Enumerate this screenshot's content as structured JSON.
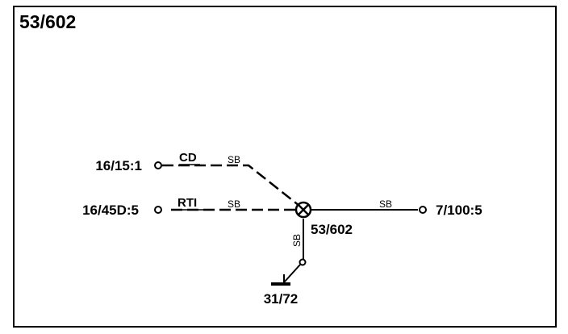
{
  "diagram": {
    "title": "53/602",
    "splice": {
      "label": "53/602",
      "icon": "splice-junction-icon"
    },
    "connectors": {
      "left_top": "16/15:1",
      "left_bottom": "16/45D:5",
      "right": "7/100:5",
      "ground": "31/72"
    },
    "wires": {
      "top": {
        "code": "CD",
        "color": "SB"
      },
      "middle": {
        "code": "RTI",
        "color": "SB"
      },
      "right": {
        "color": "SB"
      },
      "ground": {
        "color": "SB"
      }
    },
    "colors": {
      "line": "#000000",
      "background": "#ffffff"
    }
  }
}
